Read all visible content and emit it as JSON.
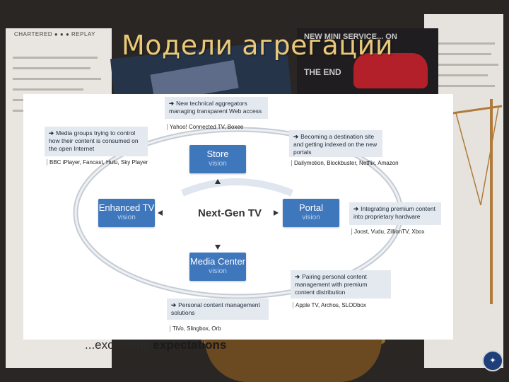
{
  "slide": {
    "title": "Модели агрегации"
  },
  "background": {
    "tagline_prefix": "...exceeding ",
    "tagline_bold": "expectations",
    "car_ad_line1": "NEW MINI SERVICE... ON",
    "car_ad_line2": "THE END",
    "topbar": "CHARTERED ● ● ● REPLAY"
  },
  "diagram": {
    "center": "Next-Gen TV",
    "nodes": {
      "store": {
        "name": "Store",
        "sub": "vision"
      },
      "enhanced_tv": {
        "name": "Enhanced TV",
        "sub": "vision"
      },
      "portal": {
        "name": "Portal",
        "sub": "vision"
      },
      "media_center": {
        "name": "Media Center",
        "sub": "vision"
      }
    },
    "callouts": {
      "top": {
        "arrow": "➔",
        "text": "New technical aggregators managing transparent Web access",
        "examples": "Yahoo! Connected TV, Boxee"
      },
      "left": {
        "arrow": "➔",
        "text": "Media groups trying to control how their content is consumed on the open Internet",
        "examples": "BBC iPlayer, Fancast, Hulu, Sky Player"
      },
      "top_right": {
        "arrow": "➔",
        "text": "Becoming a destination site and getting indexed on the new portals",
        "examples": "Dailymotion, Blockbuster, Netflix, Amazon"
      },
      "right": {
        "arrow": "➔",
        "text": "Integrating premium content into proprietary hardware",
        "examples": "Joost, Vudu, ZillionTV, Xbox"
      },
      "bottom_right": {
        "arrow": "➔",
        "text": "Pairing personal content management with premium content distribution",
        "examples": "Apple TV, Archos, SLODbox"
      },
      "bottom": {
        "arrow": "➔",
        "text": "Personal content management solutions",
        "examples": "TiVo, Slingbox, Orb"
      }
    }
  },
  "colors": {
    "title": "#e9c87a",
    "node_blue": "#3f77bd",
    "callout_bg": "#e4e9ef"
  }
}
